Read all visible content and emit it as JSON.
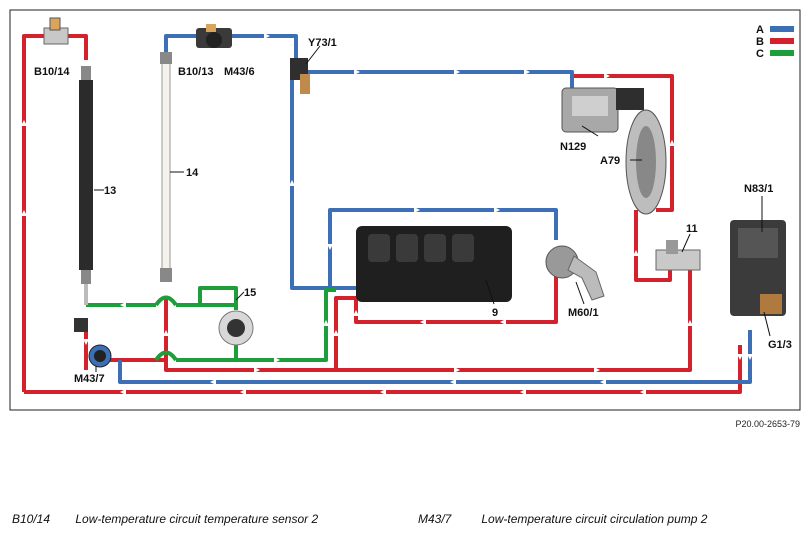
{
  "legend": [
    {
      "key": "A",
      "color": "#3d6fb6"
    },
    {
      "key": "B",
      "color": "#d3222c"
    },
    {
      "key": "C",
      "color": "#1e9e3a"
    }
  ],
  "colors": {
    "blue": "#3d6fb6",
    "red": "#d3222c",
    "green": "#1e9e3a"
  },
  "labels": {
    "b10_14": "B10/14",
    "b10_13": "B10/13",
    "m43_6": "M43/6",
    "y73_1": "Y73/1",
    "l13": "13",
    "l14": "14",
    "l15": "15",
    "n129": "N129",
    "a79": "A79",
    "n83_1": "N83/1",
    "l11": "11",
    "l9": "9",
    "m60_1": "M60/1",
    "m43_7": "M43/7",
    "g1_3": "G1/3"
  },
  "reference": "P20.00-2653-79",
  "captions": [
    {
      "code": "B10/14",
      "text": "Low-temperature circuit temperature sensor 2"
    },
    {
      "code": "M43/7",
      "text": "Low-temperature circuit circulation pump 2"
    }
  ]
}
